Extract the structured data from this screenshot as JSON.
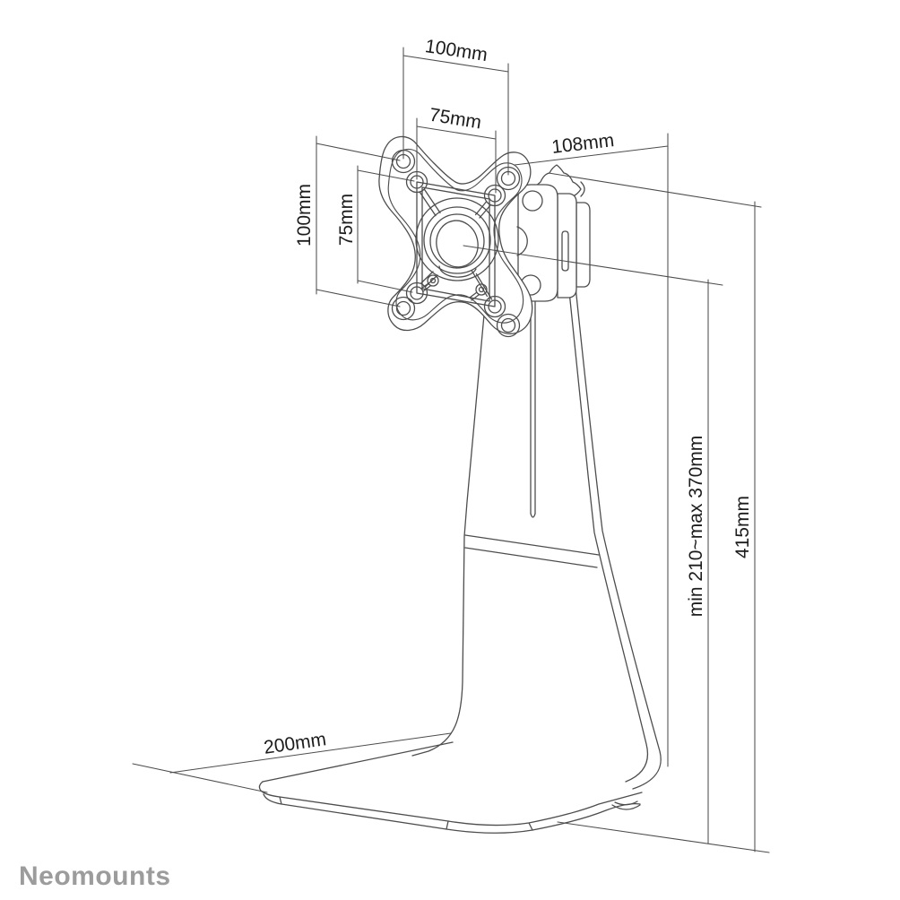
{
  "page": {
    "background": "#ffffff"
  },
  "drawing": {
    "type": "technical-dimension-diagram",
    "subject": "monitor desk stand with VESA plate, front-side perspective line drawing",
    "line_color": "#4d4d4d",
    "text_color": "#1c1c1c"
  },
  "dimensions": {
    "vesa_width_outer": {
      "label": "100mm"
    },
    "vesa_width_inner": {
      "label": "75mm"
    },
    "head_depth": {
      "label": "108mm"
    },
    "vesa_height_outer": {
      "label": "100mm"
    },
    "vesa_height_inner": {
      "label": "75mm"
    },
    "height_adjust_range": {
      "label": "min 210~max 370mm"
    },
    "total_height": {
      "label": "415mm"
    },
    "base_depth": {
      "label": "200mm"
    }
  },
  "brand": {
    "logo_text": "Neomounts",
    "logo_color": "#9c9c9c"
  }
}
